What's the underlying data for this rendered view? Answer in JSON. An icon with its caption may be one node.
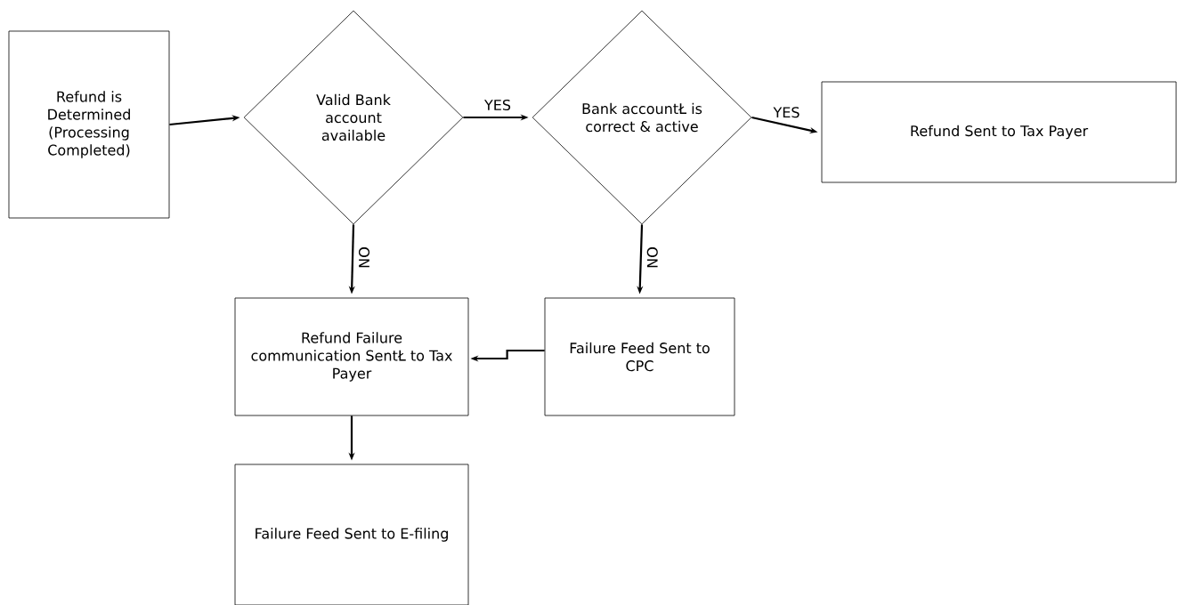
{
  "diagram": {
    "nodes": [
      {
        "text": [
          "Refund is Determined (Processing Completed)"
        ]
      },
      {
        "text": [
          "Valid Bank account available"
        ]
      },
      {
        "text": [
          "Bank accountŁ is correct & active"
        ]
      },
      {
        "text": [
          "Refund Sent to Tax Payer"
        ]
      },
      {
        "text": [
          "Refund Failure communication SentŁ to Tax Payer"
        ]
      },
      {
        "text": [
          "Failure Feed Sent to CPC"
        ]
      },
      {
        "text": [
          "Failure Feed Sent to E-filing"
        ]
      }
    ],
    "edges": [
      {
        "from": 0,
        "to": 1,
        "arrow": "to"
      },
      {
        "from": 1,
        "to": 2,
        "arrow": "to",
        "label": "YES"
      },
      {
        "from": 2,
        "to": 3,
        "arrow": "to",
        "label": "YES"
      },
      {
        "from": 1,
        "to": 4,
        "arrow": "to",
        "label": "NO"
      },
      {
        "from": 2,
        "to": 5,
        "arrow": "to",
        "label": "NO"
      },
      {
        "from": 5,
        "to": 4,
        "arrow": "to"
      },
      {
        "from": 4,
        "to": 6,
        "arrow": "to"
      }
    ]
  }
}
